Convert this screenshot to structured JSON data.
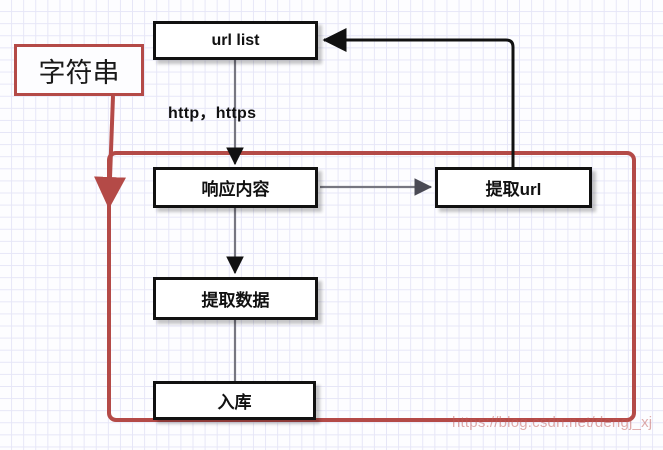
{
  "diagram": {
    "title": "crawler-flow-diagram",
    "colors": {
      "node_border": "#111111",
      "node_fill": "#ffffff",
      "annotation_red": "#b44a47",
      "connector_dark": "#111111",
      "connector_gray": "#767680",
      "grid_line": "#e6e6f7",
      "background": "#fdfdff",
      "watermark": "#c05a58"
    },
    "nodes": [
      {
        "id": "url_list",
        "label": "url list"
      },
      {
        "id": "response",
        "label": "响应内容"
      },
      {
        "id": "extract_url",
        "label": "提取url"
      },
      {
        "id": "extract_data",
        "label": "提取数据"
      },
      {
        "id": "store",
        "label": "入库"
      }
    ],
    "edge_labels": [
      {
        "id": "protocol",
        "label": "http，https"
      }
    ],
    "annotation": {
      "label": "字符串",
      "points_to": "red-scope-box"
    },
    "watermark": {
      "text": "https://blog.csdn.net/dengj_xj"
    }
  }
}
